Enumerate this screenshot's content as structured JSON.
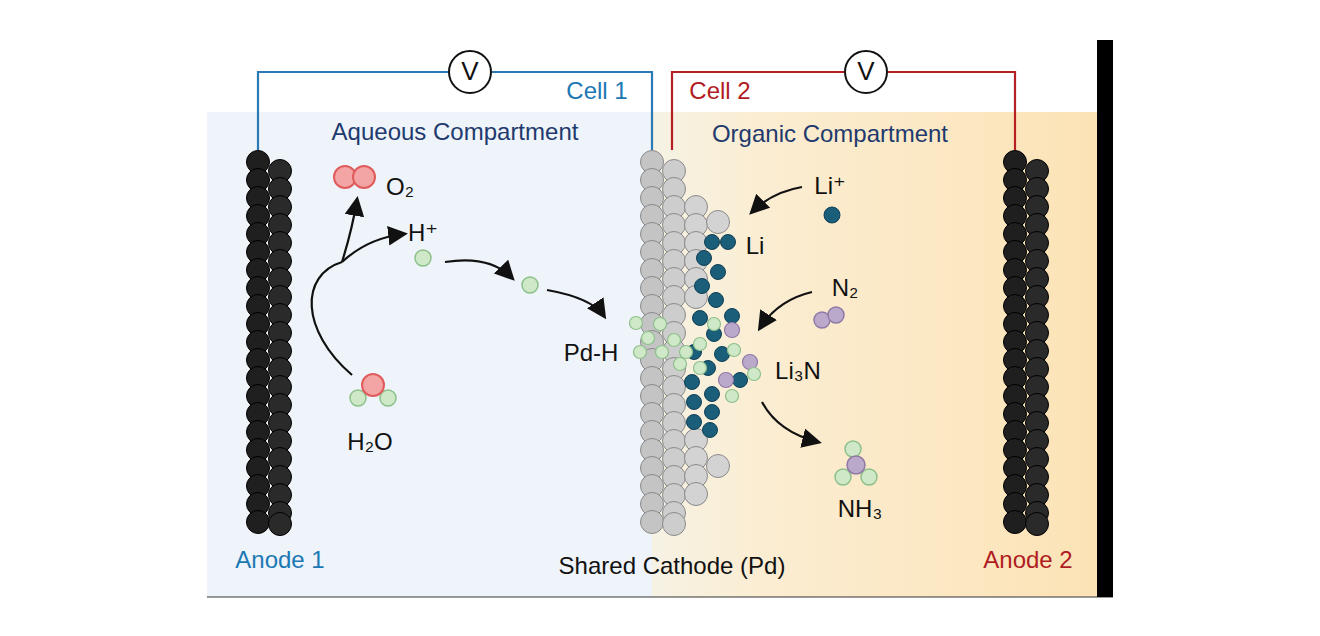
{
  "diagram": {
    "nodes": [
      {
        "text": [
          "Aqueous Compartment"
        ]
      },
      {
        "text": [
          "Anode 1"
        ],
        "in": 0
      },
      {
        "text": [
          "Organic Compartment"
        ]
      },
      {
        "text": [
          "Anode 2"
        ],
        "in": 2
      },
      {
        "text": [
          "V"
        ]
      },
      {
        "text": [
          "V"
        ]
      },
      {
        "text": [
          "Shared Cathode (Pd)"
        ]
      }
    ],
    "edges": [
      {
        "from": 1,
        "to": 4,
        "arrow": "none"
      },
      {
        "from": 4,
        "to": 6,
        "arrow": "none"
      },
      {
        "from": 6,
        "to": 5,
        "arrow": "none"
      },
      {
        "from": 5,
        "to": 3,
        "arrow": "none"
      }
    ],
    "labels": [
      "Cell 1",
      "Cell 2",
      "O₂",
      "H⁺",
      "Pd-H",
      "Li⁺",
      "Li",
      "N₂",
      "Li₃N",
      "H₂O",
      "NH₃"
    ]
  }
}
